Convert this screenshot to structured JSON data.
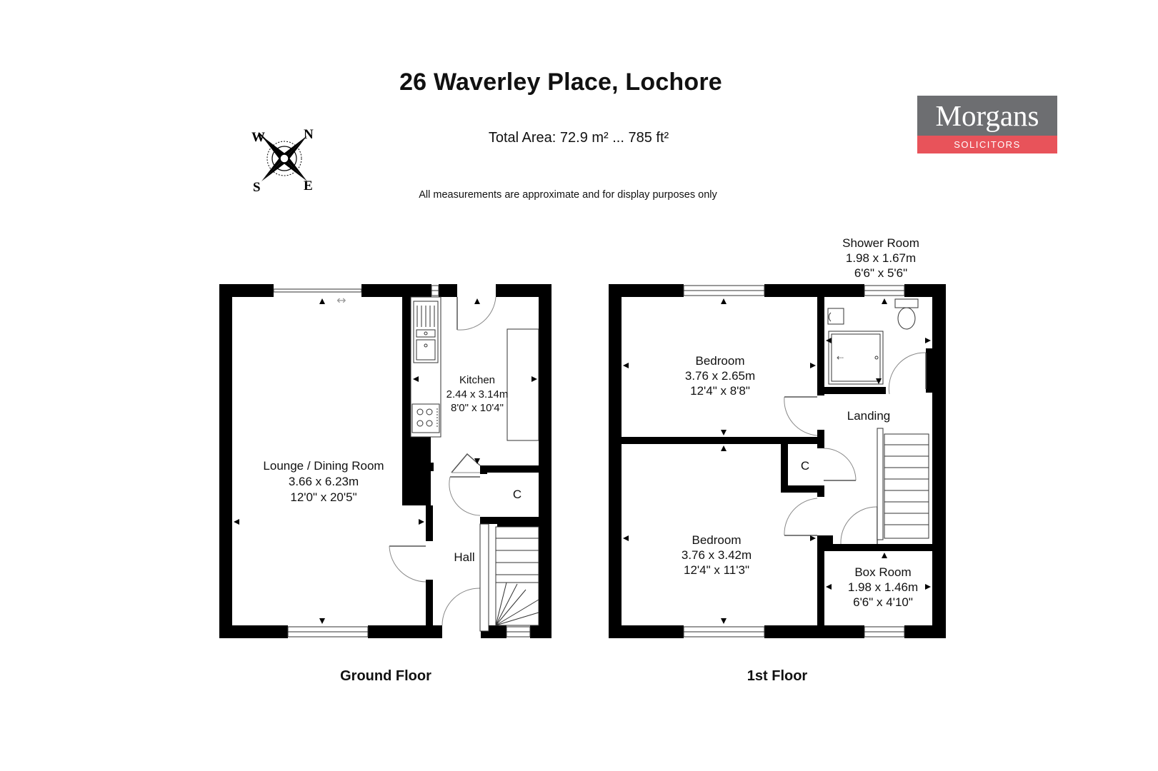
{
  "header": {
    "title": "26 Waverley Place, Lochore",
    "total_area": "Total Area: 72.9 m² ... 785 ft²",
    "disclaimer": "All measurements are approximate and for display purposes only"
  },
  "logo": {
    "name": "Morgans",
    "tagline": "SOLICITORS",
    "top_color": "#6d6e71",
    "bottom_color": "#e8535a"
  },
  "compass": {
    "n": "N",
    "e": "E",
    "s": "S",
    "w": "W"
  },
  "floors": {
    "ground": {
      "label": "Ground Floor",
      "rooms": {
        "lounge": {
          "name": "Lounge / Dining Room",
          "metric": "3.66 x 6.23m",
          "imperial": "12'0\" x 20'5\""
        },
        "kitchen": {
          "name": "Kitchen",
          "metric": "2.44 x 3.14m",
          "imperial": "8'0\" x 10'4\""
        },
        "cupboard": {
          "name": "C"
        },
        "hall": {
          "name": "Hall"
        }
      }
    },
    "first": {
      "label": "1st Floor",
      "rooms": {
        "shower": {
          "name": "Shower Room",
          "metric": "1.98 x 1.67m",
          "imperial": "6'6\" x 5'6\""
        },
        "bedroom1": {
          "name": "Bedroom",
          "metric": "3.76 x 2.65m",
          "imperial": "12'4\" x 8'8\""
        },
        "landing": {
          "name": "Landing"
        },
        "cupboard": {
          "name": "C"
        },
        "bedroom2": {
          "name": "Bedroom",
          "metric": "3.76 x 3.42m",
          "imperial": "12'4\" x 11'3\""
        },
        "boxroom": {
          "name": "Box Room",
          "metric": "1.98 x 1.46m",
          "imperial": "6'6\" x 4'10\""
        }
      }
    }
  },
  "colors": {
    "wall": "#000000",
    "line": "#555555"
  }
}
